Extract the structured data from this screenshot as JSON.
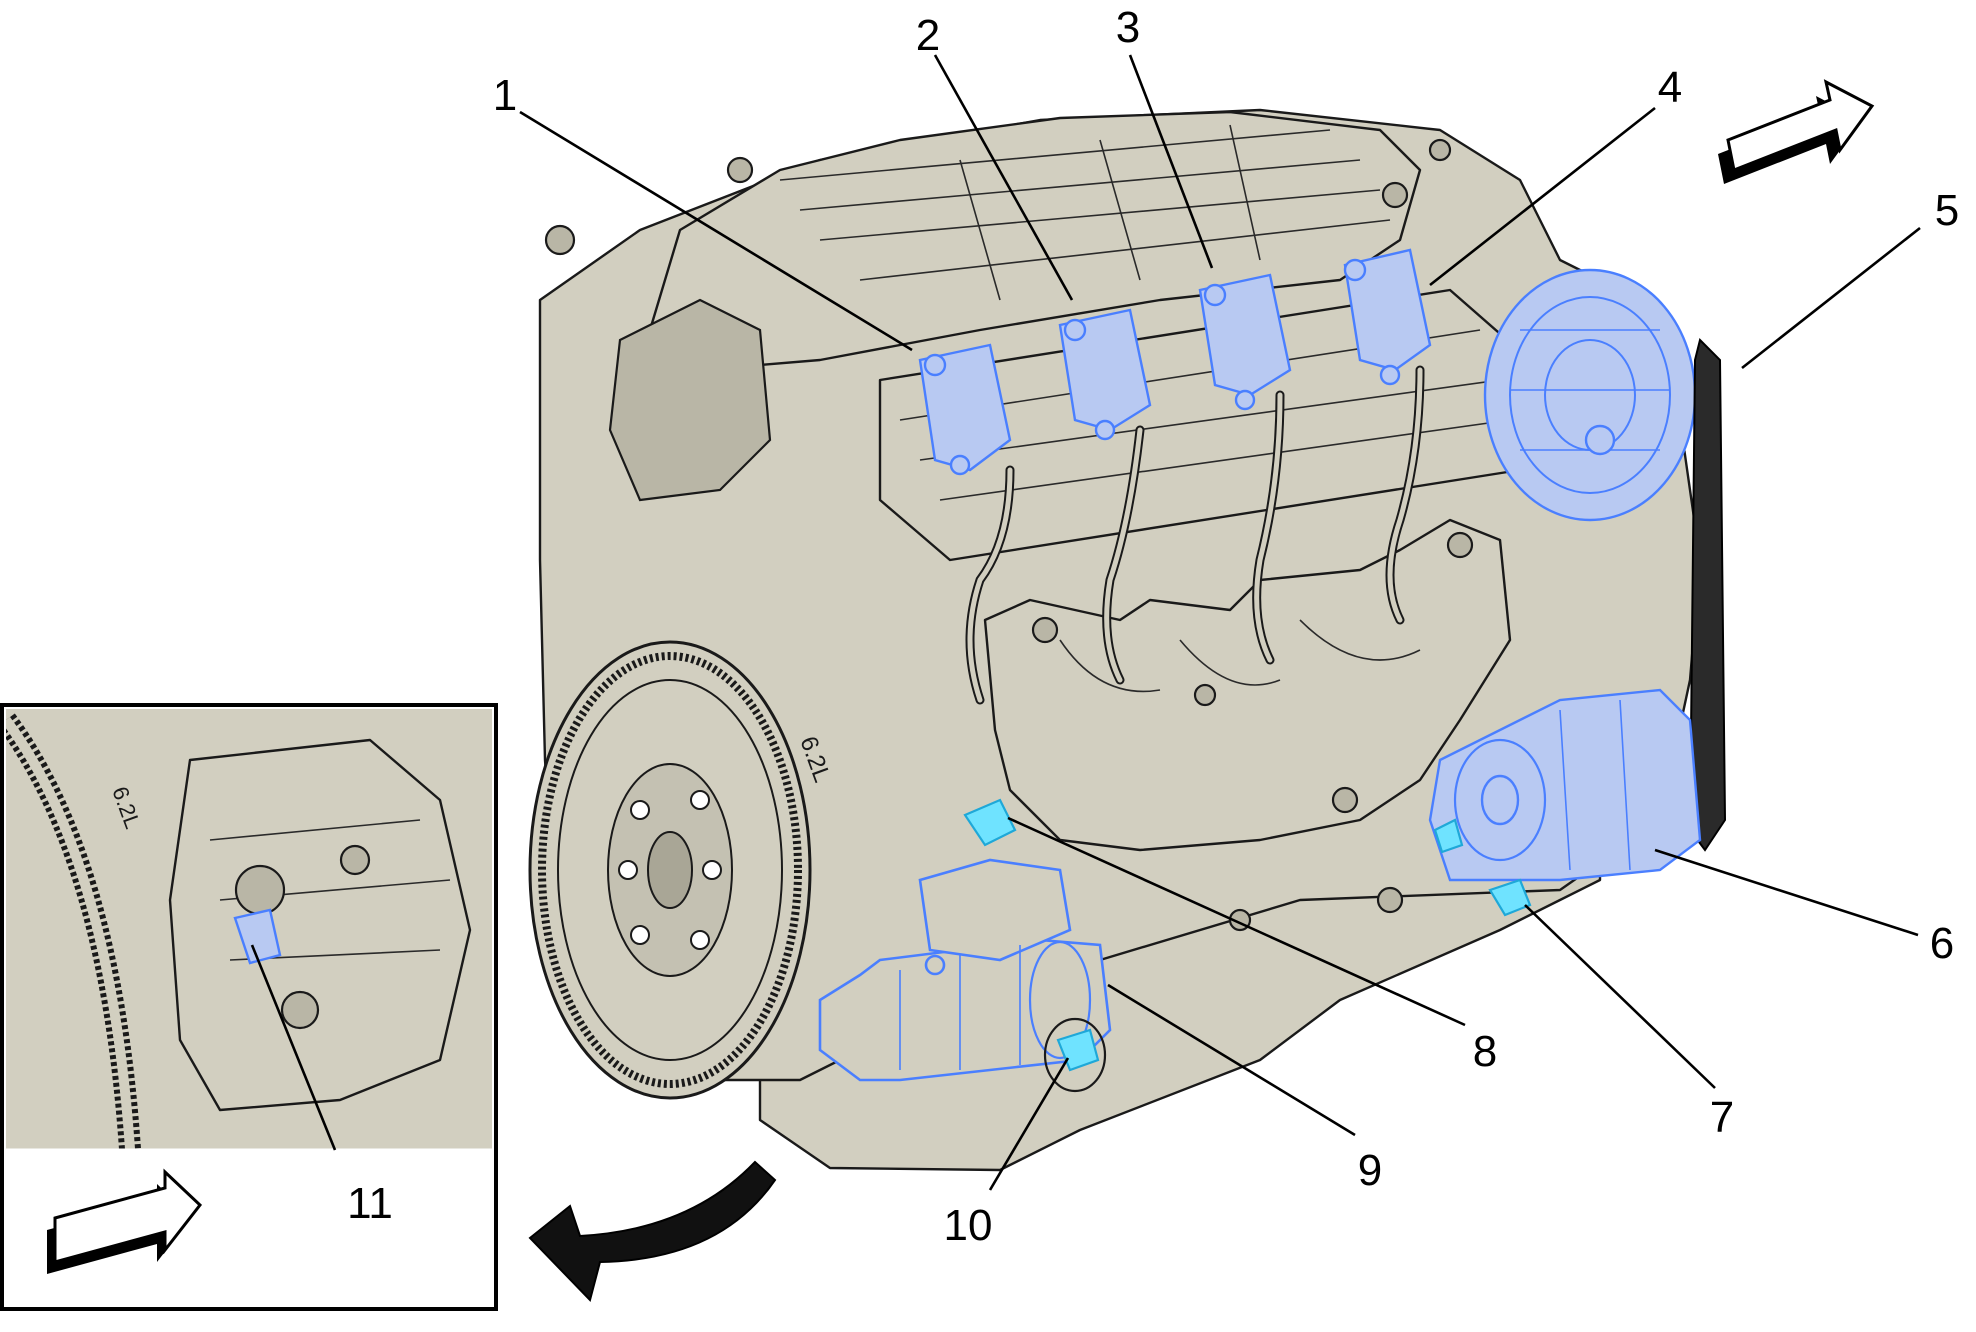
{
  "callouts": [
    {
      "id": "1",
      "label": "1"
    },
    {
      "id": "2",
      "label": "2"
    },
    {
      "id": "3",
      "label": "3"
    },
    {
      "id": "4",
      "label": "4"
    },
    {
      "id": "5",
      "label": "5"
    },
    {
      "id": "6",
      "label": "6"
    },
    {
      "id": "7",
      "label": "7"
    },
    {
      "id": "8",
      "label": "8"
    },
    {
      "id": "9",
      "label": "9"
    },
    {
      "id": "10",
      "label": "10"
    },
    {
      "id": "11",
      "label": "11"
    }
  ],
  "engine_marking": "6.2L",
  "inset_marking": "6.2L",
  "colors": {
    "engine_fill": "#d2cfc0",
    "outline": "#1a1a1a",
    "highlight_blue": "#4a7fff",
    "highlight_cyan": "#6fe3ff",
    "background": "#ffffff"
  },
  "icons": [
    "front-direction-arrow-icon",
    "inset-direction-arrow-icon",
    "rotation-arrow-icon"
  ]
}
